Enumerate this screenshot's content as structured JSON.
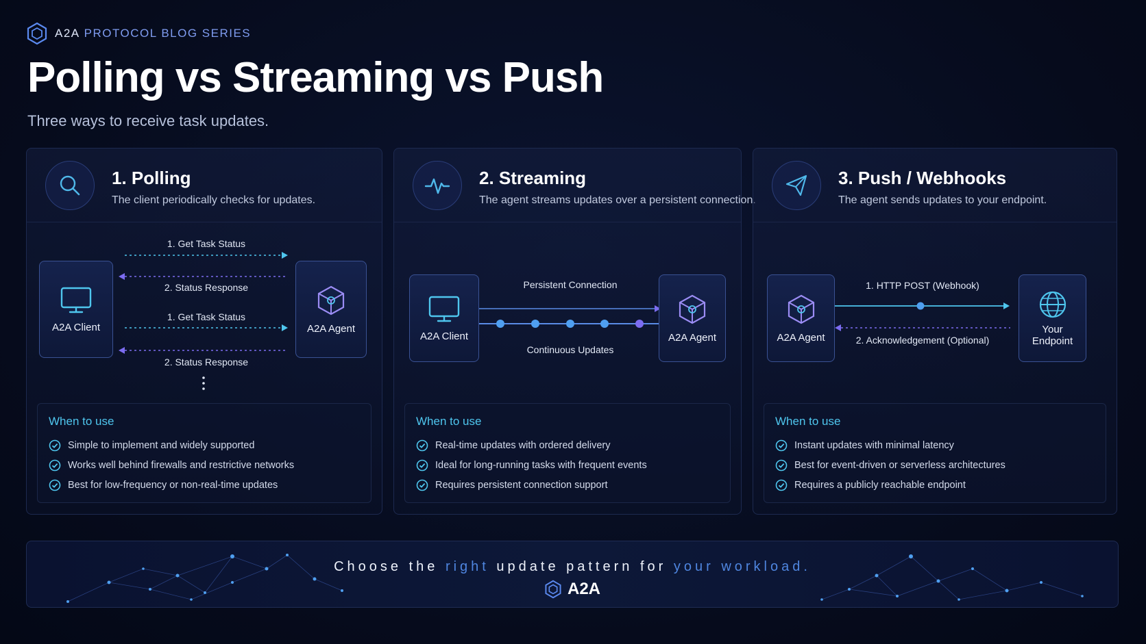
{
  "header": {
    "brand": "A2A",
    "series": "PROTOCOL BLOG SERIES",
    "title": "Polling vs Streaming vs Push",
    "subtitle": "Three ways to receive task updates."
  },
  "cards": [
    {
      "icon": "search-icon",
      "title": "1. Polling",
      "description": "The client periodically checks for updates.",
      "nodes": {
        "left": "A2A Client",
        "right": "A2A Agent"
      },
      "flows": [
        "1. Get Task Status",
        "2. Status Response",
        "1. Get Task Status",
        "2. Status Response"
      ],
      "when_title": "When to use",
      "when_items": [
        "Simple to implement and widely supported",
        "Works well behind firewalls and restrictive networks",
        "Best for low-frequency or non-real-time updates"
      ]
    },
    {
      "icon": "activity-pulse-icon",
      "title": "2. Streaming",
      "description": "The agent streams updates over a persistent connection.",
      "nodes": {
        "left": "A2A Client",
        "right": "A2A Agent"
      },
      "flows": [
        "Persistent Connection",
        "Continuous Updates"
      ],
      "when_title": "When to use",
      "when_items": [
        "Real-time updates with ordered delivery",
        "Ideal for long-running tasks with frequent events",
        "Requires persistent connection support"
      ]
    },
    {
      "icon": "paper-plane-icon",
      "title": "3. Push / Webhooks",
      "description": "The agent sends updates to your endpoint.",
      "nodes": {
        "left": "A2A Agent",
        "right_line1": "Your",
        "right_line2": "Endpoint"
      },
      "flows": [
        "1. HTTP POST (Webhook)",
        "2. Acknowledgement (Optional)"
      ],
      "when_title": "When to use",
      "when_items": [
        "Instant updates with minimal latency",
        "Best for event-driven or serverless architectures",
        "Requires a publicly reachable endpoint"
      ]
    }
  ],
  "footer": {
    "tagline_1": "Choose the ",
    "tagline_2": "right",
    "tagline_3": " update pattern for ",
    "tagline_4": "your workload.",
    "brand": "A2A"
  },
  "colors": {
    "accent_cyan": "#4fc6ee",
    "accent_blue": "#4f86e0",
    "arrow_purple": "#7c6cf0",
    "background": "#060b1c"
  }
}
